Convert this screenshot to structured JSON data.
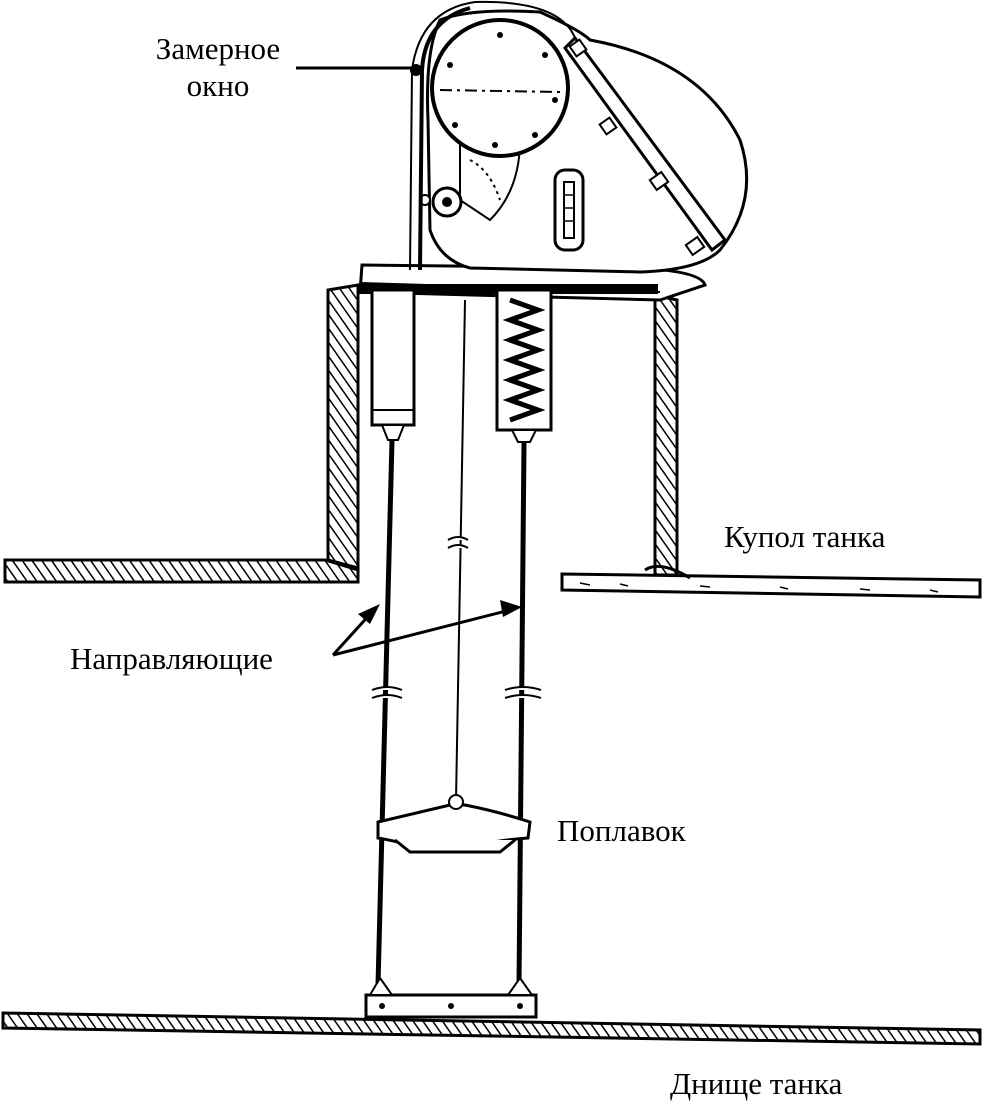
{
  "labels": {
    "window_line1": "Замерное",
    "window_line2": "окно",
    "tank_dome": "Купол танка",
    "guides": "Направляющие",
    "float": "Поплавок",
    "tank_bottom": "Днище танка"
  },
  "colors": {
    "ink": "#000000",
    "paper": "#ffffff"
  }
}
